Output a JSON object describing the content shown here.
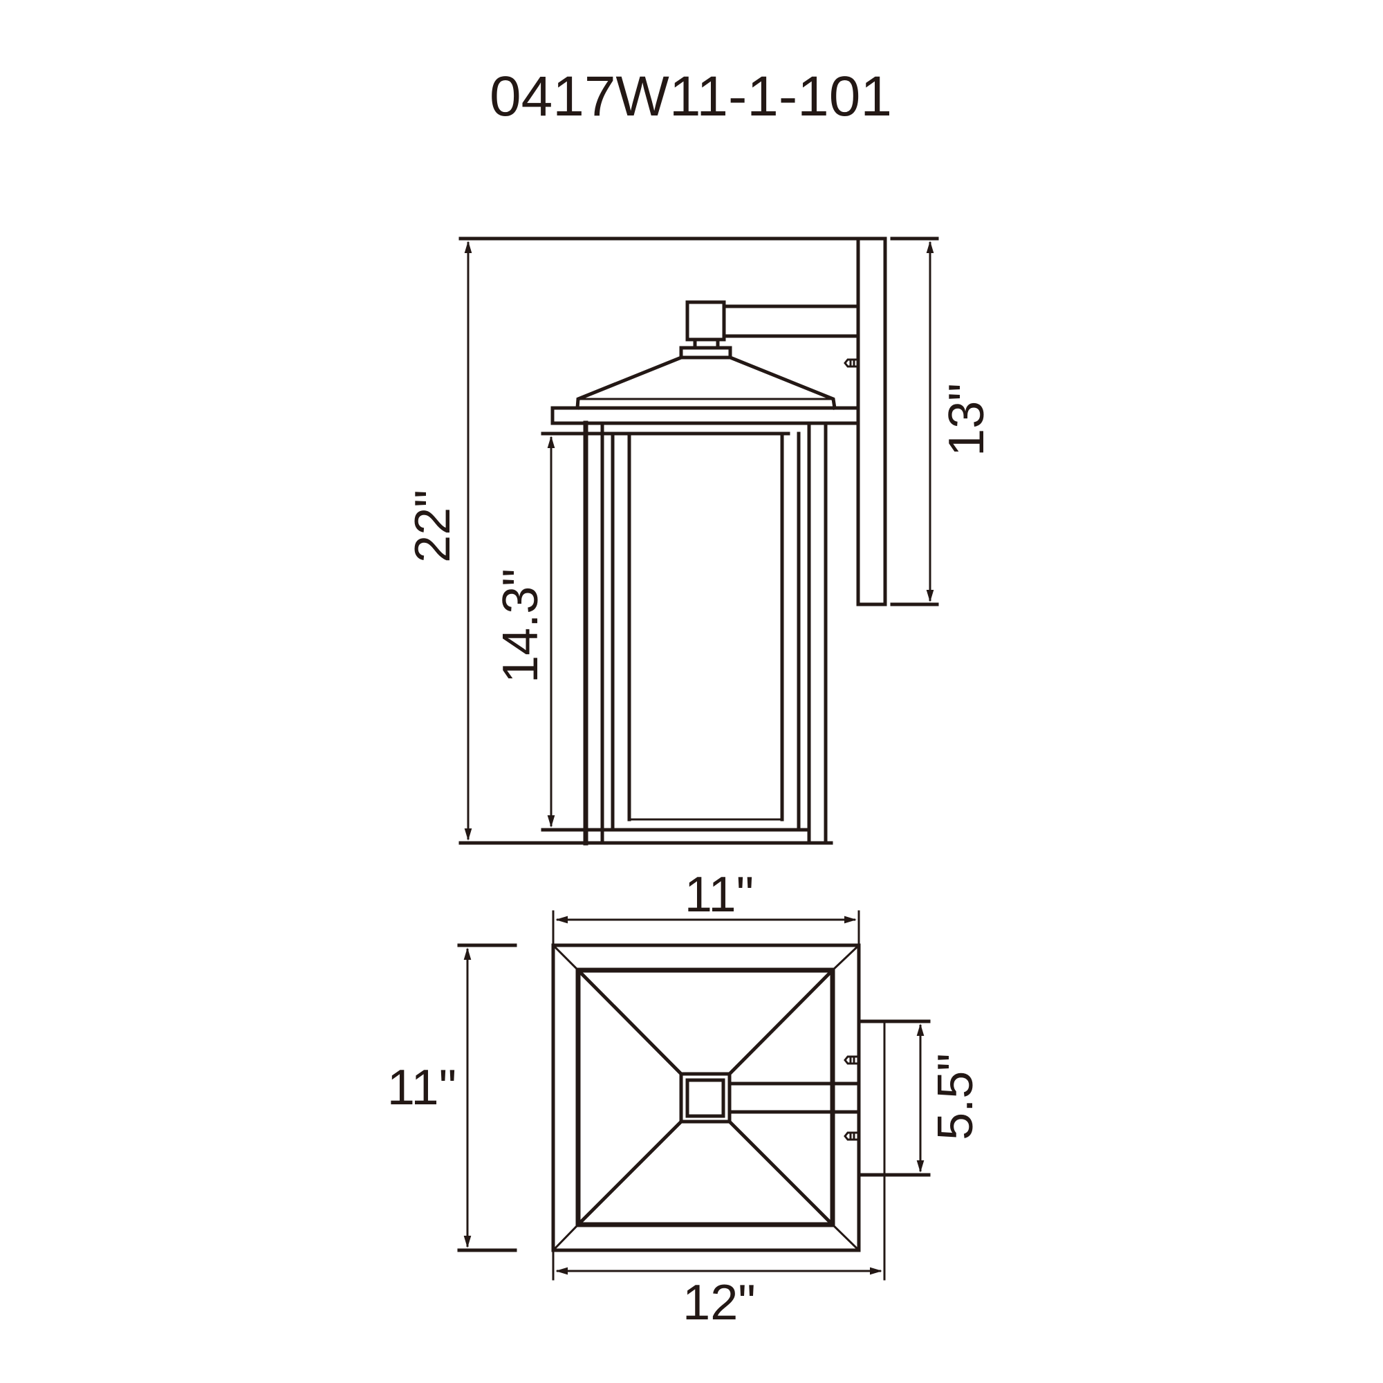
{
  "title": "0417W11-1-101",
  "colors": {
    "line": "#231815",
    "background": "#ffffff"
  },
  "views": {
    "side_view": {
      "dimensions": {
        "overall_height": "22\"",
        "glass_height": "14.3\"",
        "backplate_height": "13\""
      }
    },
    "top_view": {
      "dimensions": {
        "width_top": "11\"",
        "depth_left": "11\"",
        "overall_extension": "12\"",
        "backplate_width": "5.5\""
      }
    }
  }
}
